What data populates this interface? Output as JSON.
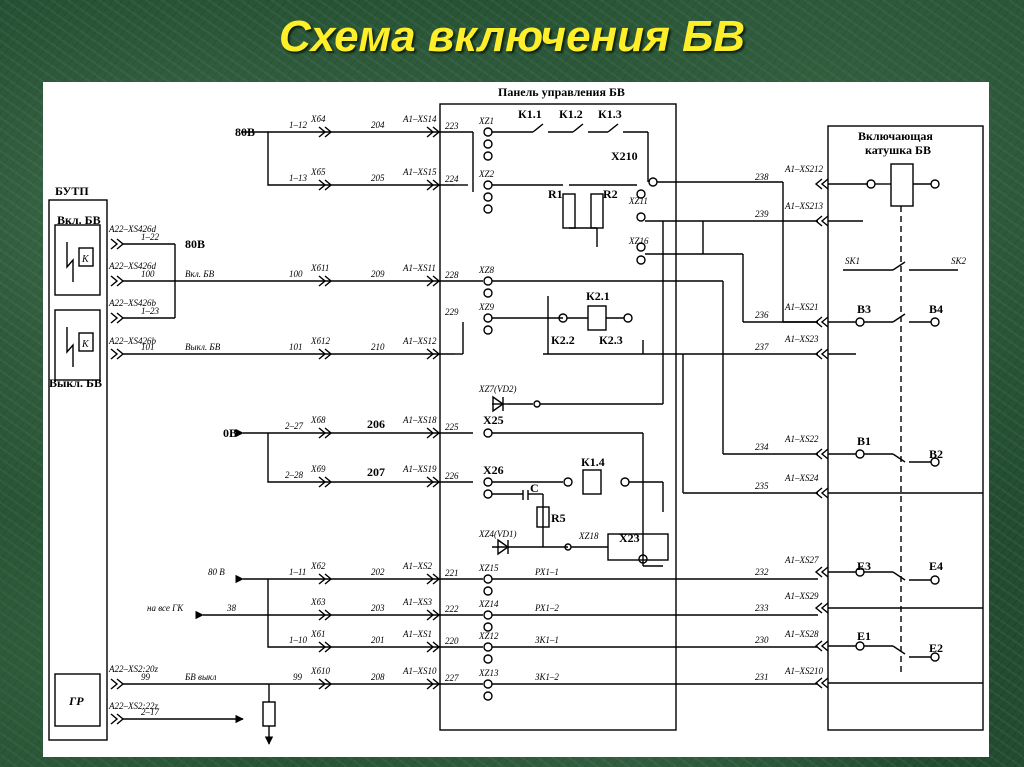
{
  "slide": {
    "title": "Схема включения БВ"
  },
  "labels": {
    "panel": "Панель управления БВ",
    "butp": "БУТП",
    "vkl": "Вкл. БВ",
    "vykl": "Выкл. БВ",
    "coil1": "Включающая",
    "coil2": "катушка БВ",
    "gr": "ГР",
    "k": "K",
    "v80": "80В",
    "v80b": "80В",
    "v0": "0В",
    "n206": "206",
    "n207": "207",
    "x25": "X25",
    "x26": "X26",
    "x23": "X23",
    "x210": "X210",
    "k11": "К1.1",
    "k12": "К1.2",
    "k13": "К1.3",
    "k21": "К2.1",
    "k22": "К2.2",
    "k23": "К2.3",
    "k14": "К1.4",
    "r1": "R1",
    "r2": "R2",
    "r5": "R5",
    "c": "C",
    "b1": "B1",
    "b2": "B2",
    "b3": "B3",
    "b4": "B4",
    "e1": "E1",
    "e2": "E2",
    "e3": "E3",
    "e4": "E4"
  },
  "wires": {
    "w1_12": "1–12",
    "w204": "204",
    "w1_13": "1–13",
    "w205": "205",
    "w1_22": "1–22",
    "w100": "100",
    "w209": "209",
    "w1_23": "1–23",
    "w101": "101",
    "w101b": "101",
    "w210": "210",
    "w2_27": "2–27",
    "w2_28": "2–28",
    "w1_11": "1–11",
    "w202": "202",
    "w38": "38",
    "w203": "203",
    "w1_10": "1–10",
    "w201": "201",
    "w99": "99",
    "w99b": "99",
    "w208": "208",
    "w2_17": "2–17",
    "w238": "238",
    "w239": "239",
    "w236": "236",
    "w237": "237",
    "w234": "234",
    "w235": "235",
    "w232": "232",
    "w233": "233",
    "w230": "230",
    "w231": "231",
    "vklbv": "Вкл. БВ",
    "vyklbv": "Выкл. БВ",
    "bvvykl": "БВ выкл",
    "v80l": "80 В",
    "navse": "на все ГК",
    "px11": "РХ1–1",
    "px12": "РХ1–2",
    "zk11": "ЗК1–1",
    "zk12": "ЗК1–2"
  },
  "connectors": {
    "xb4": "Xб4",
    "xb5": "Xб5",
    "xb11": "Xб11",
    "xb12": "Xб12",
    "xb8": "Xб8",
    "xb9": "Xб9",
    "xb2": "Xб2",
    "xb3": "Xб3",
    "xb1": "Xб1",
    "xb10": "Xб10",
    "a114": "A1–XS14",
    "a115": "A1–XS15",
    "a111": "A1–XS11",
    "a112": "A1–XS12",
    "a118": "A1–XS18",
    "a119": "A1–XS19",
    "a1s2": "A1–XS2",
    "a1s3": "A1–XS3",
    "a1s1": "A1–XS1",
    "a1s10": "A1–XS10",
    "a22d": "A22–XS426d",
    "a22d2": "A22–XS426d",
    "a22b": "A22–XS426b",
    "a22b2": "A22–XS426b",
    "a22z": "A22–XS2:20z",
    "a22z2": "A22–XS2:22z",
    "r212": "A1–XS212",
    "r213": "A1–XS213",
    "r21": "A1–XS21",
    "r23": "A1–XS23",
    "r22": "A1–XS22",
    "r24": "A1–XS24",
    "r27": "A1–XS27",
    "r29": "A1–XS29",
    "r28": "A1–XS28",
    "r210": "A1–XS210",
    "sk1": "SK1",
    "sk2": "SK2"
  },
  "pins": {
    "p223": "223",
    "p224": "224",
    "p228": "228",
    "p229": "229",
    "p225": "225",
    "p226": "226",
    "p221": "221",
    "p222": "222",
    "p220": "220",
    "p227": "227",
    "xz1": "XZ1",
    "xz2": "XZ2",
    "xz8": "XZ8",
    "xz9": "XZ9",
    "xz7": "XZ7(VD2)",
    "xz4": "XZ4(VD1)",
    "xz11": "XZ11",
    "xz16": "XZ16",
    "xz15": "XZ15",
    "xz14": "XZ14",
    "xz12": "XZ12",
    "xz13": "XZ13",
    "xz18": "XZ18"
  },
  "colors": {
    "title": "#ffef2a",
    "line": "#000000",
    "sheet": "#ffffff",
    "dash": "#000000"
  }
}
